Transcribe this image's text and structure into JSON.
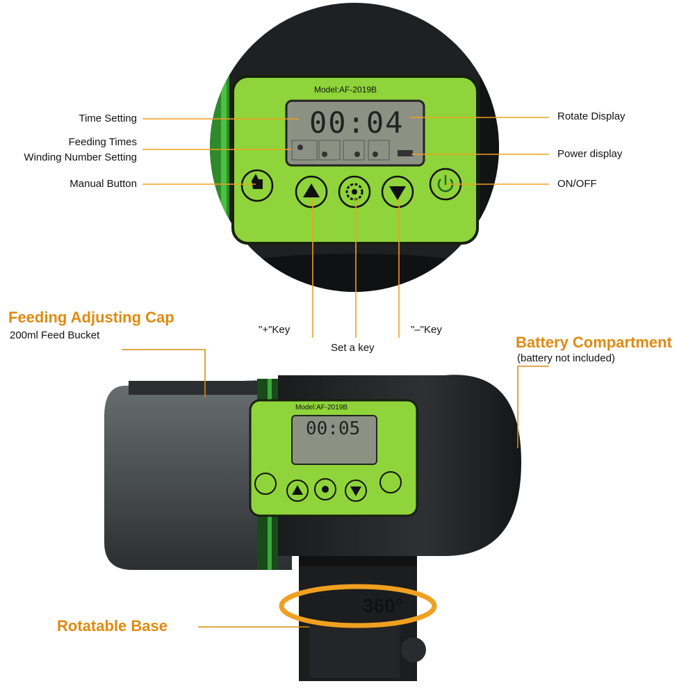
{
  "colors": {
    "accent": "#e08a10",
    "panel_green": "#8fd43a",
    "body_dark": "#1e1f21",
    "bucket_gray": "#4a4f52",
    "line": "#f0a020"
  },
  "top_device": {
    "model": "Model:AF-2019B",
    "lcd_time": "00:04",
    "buttons": [
      {
        "icon": "hand-pointer-icon"
      },
      {
        "icon": "triangle-up-icon"
      },
      {
        "icon": "gear-icon"
      },
      {
        "icon": "triangle-down-icon"
      },
      {
        "icon": "power-icon"
      }
    ]
  },
  "bottom_device": {
    "model": "Model:AF-2019B",
    "lcd_time": "00:05",
    "rotation": "360°"
  },
  "labels": {
    "time_setting": "Time Setting",
    "feeding_times": "Feeding Times",
    "winding_number": "Winding Number Setting",
    "manual_button": "Manual Button",
    "rotate_display": "Rotate Display",
    "power_display": "Power display",
    "on_off": "ON/OFF",
    "plus_key": "\"+\"Key",
    "set_key": "Set a key",
    "minus_key": "\"–\"Key",
    "feeding_cap": "Feeding Adjusting Cap",
    "feed_bucket": "200ml Feed Bucket",
    "battery": "Battery Compartment",
    "battery_note": "(battery not included)",
    "rotatable_base": "Rotatable Base"
  }
}
